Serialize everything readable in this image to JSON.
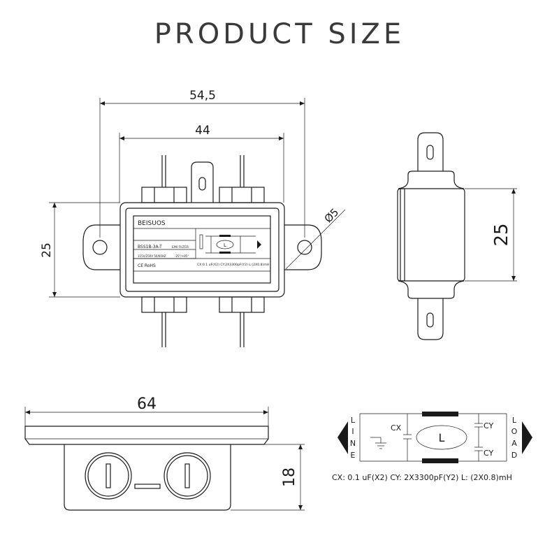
{
  "page_title": "PRODUCT SIZE",
  "dimensions": {
    "overall_width": "54,5",
    "body_width": "44",
    "front_height": "25",
    "hole_diameter": "Ø5",
    "side_height": "25",
    "bottom_width": "64",
    "bottom_depth": "18"
  },
  "label": {
    "brand": "BEISUOS",
    "model": "BSS1B-3A-T",
    "type": "EMI FILTER",
    "rating": "115V/250V 50/60HZ",
    "temp": "-25°/+85°",
    "cert": "CE RoHS",
    "spec_small": "CX:0.1 uF(X2) CY:2X3300pF(Y2) L:(2X0.8)mH"
  },
  "schematic": {
    "line_letters": [
      "L",
      "I",
      "N",
      "E"
    ],
    "load_letters": [
      "L",
      "O",
      "A",
      "D"
    ],
    "cx": "CX",
    "cy_top": "CY",
    "cy_bottom": "CY",
    "inductor": "L",
    "spec": "CX: 0.1 uF(X2) CY: 2X3300pF(Y2) L: (2X0.8)mH"
  }
}
